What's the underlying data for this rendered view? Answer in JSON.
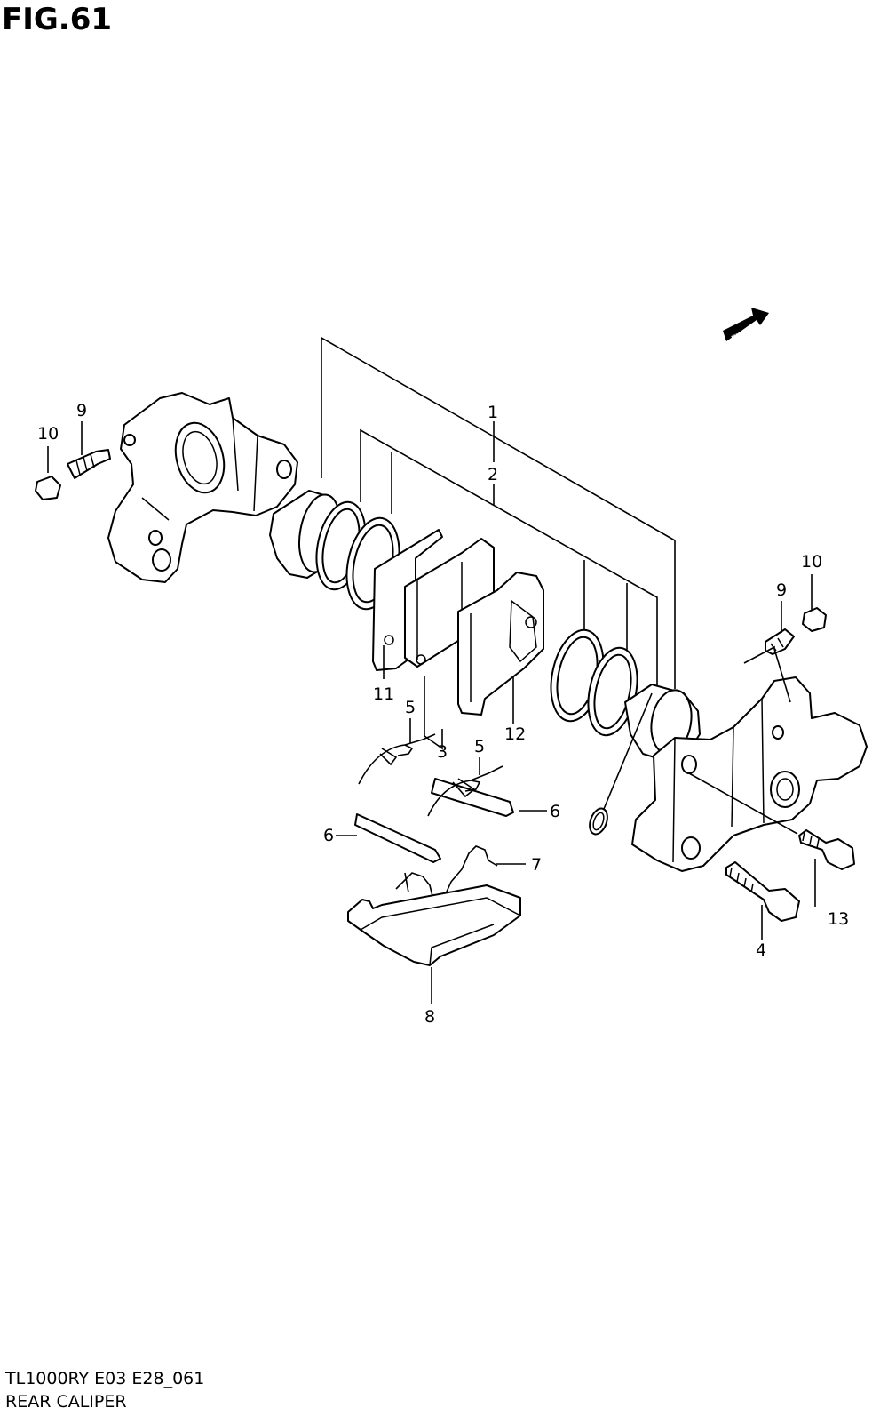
{
  "figure": {
    "title": "FIG.61"
  },
  "footer": {
    "model_code": "TL1000RY E03 E28_061",
    "section_title": "REAR CALIPER"
  },
  "direction_marker": {
    "text": "FWD"
  },
  "callouts": [
    {
      "id": "c1",
      "text": "1"
    },
    {
      "id": "c2",
      "text": "2"
    },
    {
      "id": "c3",
      "text": "3"
    },
    {
      "id": "c4",
      "text": "4"
    },
    {
      "id": "c5a",
      "text": "5"
    },
    {
      "id": "c5b",
      "text": "5"
    },
    {
      "id": "c6a",
      "text": "6"
    },
    {
      "id": "c6b",
      "text": "6"
    },
    {
      "id": "c7",
      "text": "7"
    },
    {
      "id": "c8",
      "text": "8"
    },
    {
      "id": "c9a",
      "text": "9"
    },
    {
      "id": "c9b",
      "text": "9"
    },
    {
      "id": "c10a",
      "text": "10"
    },
    {
      "id": "c10b",
      "text": "10"
    },
    {
      "id": "c11",
      "text": "11"
    },
    {
      "id": "c12",
      "text": "12"
    },
    {
      "id": "c13",
      "text": "13"
    }
  ]
}
